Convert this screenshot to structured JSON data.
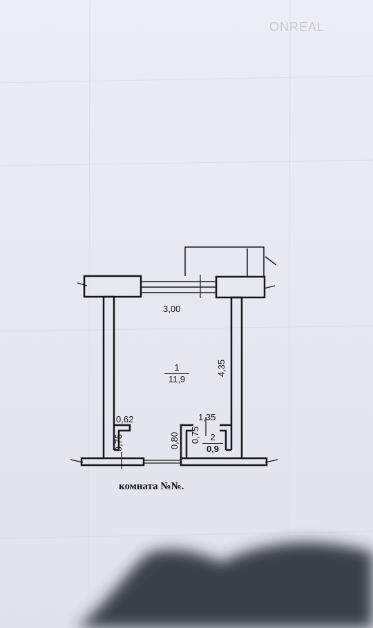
{
  "plan": {
    "caption": "комната №№.",
    "watermark": "ONREAL",
    "dimensions": {
      "top_width": "3,00",
      "right_length": "4,35",
      "left_recess_width": "0,62",
      "left_recess_depth": "0,75",
      "bath_width": "1,35",
      "bath_left_wall": "0,80",
      "bath_depth": "0,75"
    },
    "rooms": [
      {
        "number": "1",
        "area": "11,9"
      },
      {
        "number": "2",
        "area": "0,9"
      }
    ]
  },
  "colors": {
    "paper": "#e6e8f1",
    "line": "#151515",
    "shadow": "#2b2d36"
  }
}
